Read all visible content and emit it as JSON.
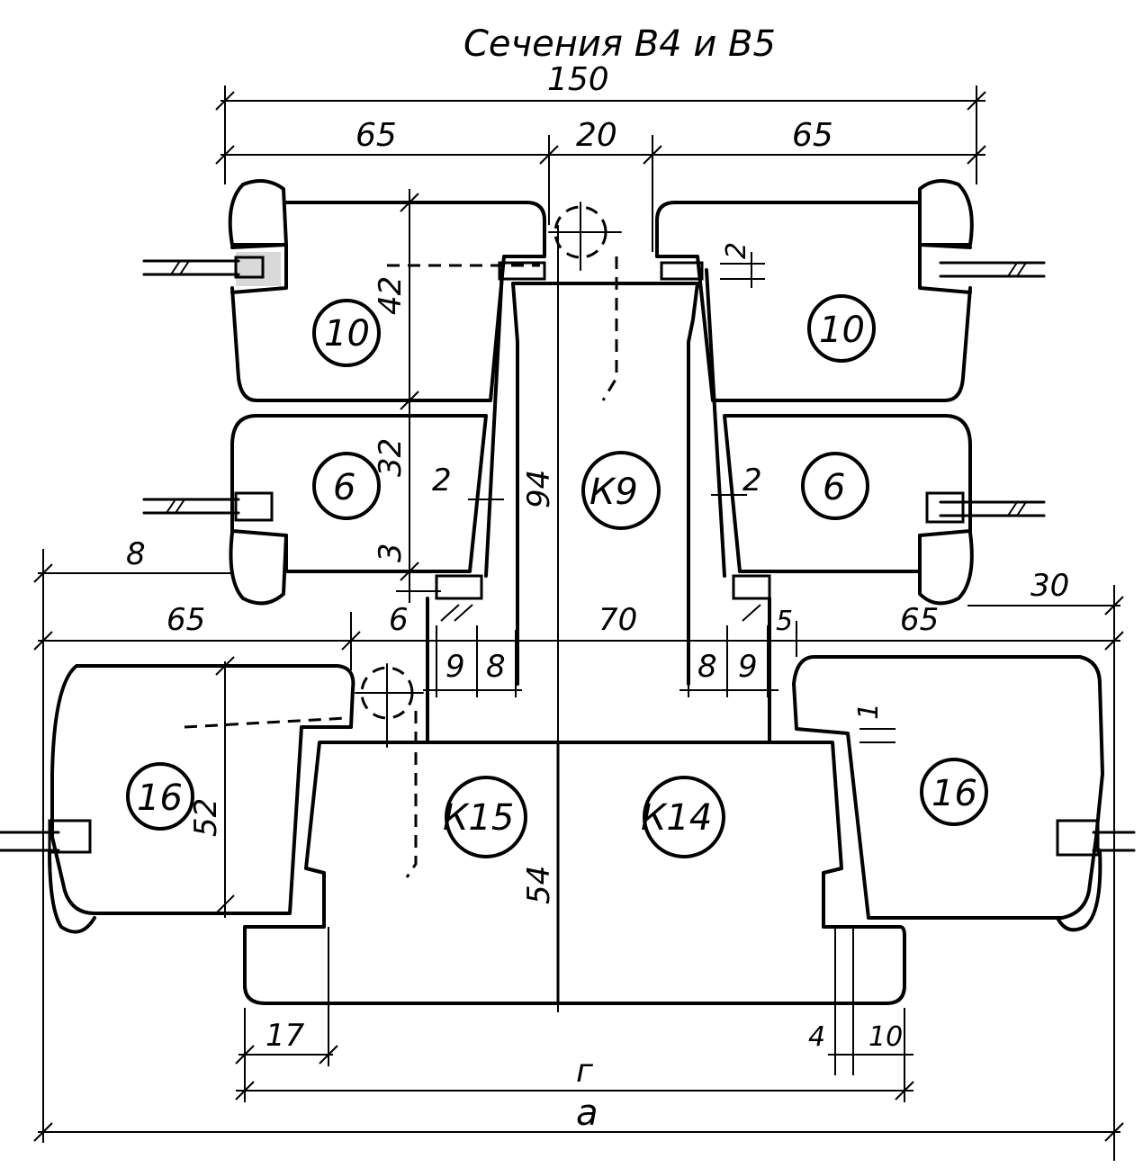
{
  "title": "Сечения В4 и В5",
  "colors": {
    "ink": "#000000",
    "paper": "#ffffff"
  },
  "dimensions": {
    "overall_top": "150",
    "left_top": "65",
    "gap_top": "20",
    "right_top": "65",
    "h10": "42",
    "h6": "32",
    "k9_height": "94",
    "gap2_left": "2",
    "gap2_right": "2",
    "gap2_top": "2",
    "gap3": "3",
    "d6": "6",
    "d8": "8",
    "left_lower": "65",
    "right_lower": "65",
    "d30": "30",
    "d70": "70",
    "d5": "5",
    "d9_left": "9",
    "d8_left": "8",
    "d8_right": "8",
    "d9_right": "9",
    "d1": "1",
    "h16": "52",
    "k_height": "54",
    "d17": "17",
    "d4": "4",
    "d10": "10",
    "g": "г",
    "a": "а"
  },
  "labels": {
    "panel10_left": "10",
    "panel10_right": "10",
    "panel6_left": "6",
    "panel6_right": "6",
    "k9": "К9",
    "panel16_left": "16",
    "panel16_right": "16",
    "k15": "К15",
    "k14": "К14"
  }
}
